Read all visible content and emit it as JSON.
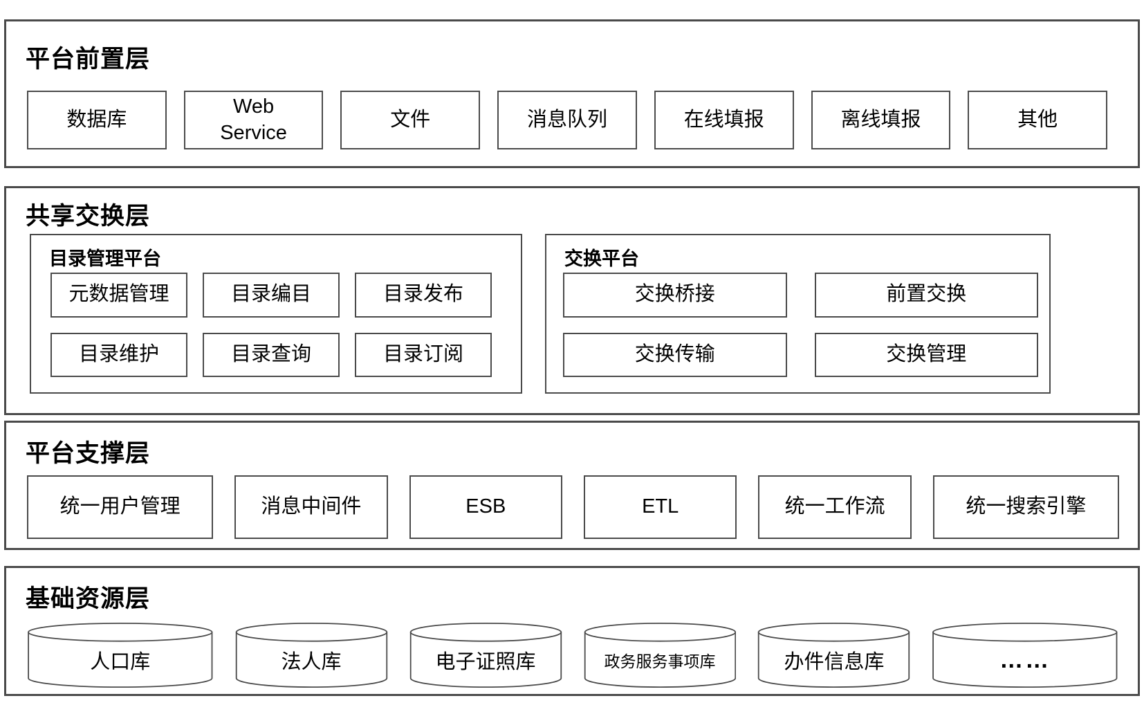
{
  "diagram": {
    "front_layer": {
      "title": "平台前置层",
      "boxes": [
        "数据库",
        "Web Service",
        "文件",
        "消息队列",
        "在线填报",
        "离线填报",
        "其他"
      ]
    },
    "exchange_layer": {
      "title": "共享交换层",
      "catalog_platform": {
        "title": "目录管理平台",
        "boxes": [
          "元数据管理",
          "目录编目",
          "目录发布",
          "目录维护",
          "目录查询",
          "目录订阅"
        ]
      },
      "exchange_platform": {
        "title": "交换平台",
        "boxes": [
          "交换桥接",
          "前置交换",
          "交换传输",
          "交换管理"
        ]
      }
    },
    "support_layer": {
      "title": "平台支撑层",
      "boxes": [
        "统一用户管理",
        "消息中间件",
        "ESB",
        "ETL",
        "统一工作流",
        "统一搜索引擎"
      ]
    },
    "resource_layer": {
      "title": "基础资源层",
      "databases": [
        "人口库",
        "法人库",
        "电子证照库",
        "政务服务事项库",
        "办件信息库",
        "……"
      ]
    }
  },
  "colors": {
    "border": "#4a4a4a",
    "background": "#ffffff",
    "text": "#000000"
  }
}
